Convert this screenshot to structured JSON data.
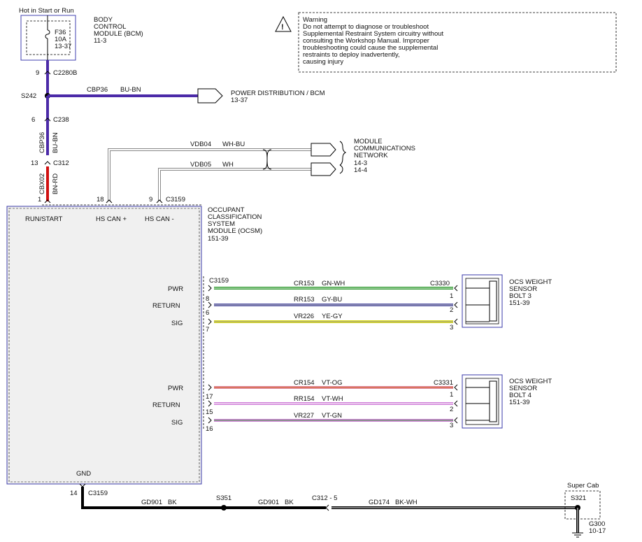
{
  "power_source": {
    "label": "Hot in Start or Run"
  },
  "bcm": {
    "lines": [
      "BODY",
      "CONTROL",
      "MODULE (BCM)",
      "11-3"
    ]
  },
  "fuse": {
    "lines": [
      "F36",
      "10A",
      "13-37"
    ]
  },
  "warning": {
    "lines": [
      "Warning",
      "Do not attempt to diagnose or troubleshoot",
      "Supplemental Restraint System circuitry without",
      "consulting the Workshop Manual. Improper",
      "troubleshooting could cause the supplemental",
      "restraints to deploy inadvertently,",
      "causing injury"
    ]
  },
  "connectors": {
    "c2280b_pin": "9",
    "c2280b": "C2280B",
    "s242": "S242",
    "c238_pin": "6",
    "c238": "C238",
    "c312_pin": "13",
    "c312": "C312",
    "ocsm_pin1": "1",
    "can_pin_18": "18",
    "can_pin_9": "9",
    "c3159_top": "C3159",
    "c3159_right": "C3159",
    "c3330": "C3330",
    "c3331": "C3331",
    "gnd_pin": "14",
    "c3159_gnd": "C3159",
    "s351": "S351",
    "c312_5": "C312 - 5",
    "s321": "S321",
    "g300_lines": [
      "G300",
      "10-17"
    ],
    "super_cab": "Super Cab"
  },
  "wires": {
    "cbp36_h": {
      "circuit": "CBP36",
      "color": "BU-BN"
    },
    "cbp36_v": {
      "circuit": "CBP36",
      "color": "BU-BN"
    },
    "cbx02_v": {
      "circuit": "CBX02",
      "color": "BN-RD"
    },
    "vdb04": {
      "circuit": "VDB04",
      "color": "WH-BU"
    },
    "vdb05": {
      "circuit": "VDB05",
      "color": "WH"
    },
    "cr153": {
      "circuit": "CR153",
      "color": "GN-WH"
    },
    "rr153": {
      "circuit": "RR153",
      "color": "GY-BU"
    },
    "vr226": {
      "circuit": "VR226",
      "color": "YE-GY"
    },
    "cr154": {
      "circuit": "CR154",
      "color": "VT-OG"
    },
    "rr154": {
      "circuit": "RR154",
      "color": "VT-WH"
    },
    "vr227": {
      "circuit": "VR227",
      "color": "VT-GN"
    },
    "gd901_a": {
      "circuit": "GD901",
      "color": "BK"
    },
    "gd901_b": {
      "circuit": "GD901",
      "color": "BK"
    },
    "gd174": {
      "circuit": "GD174",
      "color": "BK-WH"
    }
  },
  "power_distribution": {
    "lines": [
      "POWER DISTRIBUTION / BCM",
      "13-37"
    ]
  },
  "module_comm": {
    "lines": [
      "MODULE",
      "COMMUNICATIONS",
      "NETWORK",
      "14-3",
      "14-4"
    ]
  },
  "ocsm": {
    "title_lines": [
      "OCCUPANT",
      "CLASSIFICATION",
      "SYSTEM",
      "MODULE (OCSM)",
      "151-39"
    ],
    "pin_run_start": "RUN/START",
    "pin_hs_can_plus": "HS CAN +",
    "pin_hs_can_minus": "HS CAN -",
    "bolt3_pins": [
      {
        "label": "PWR",
        "pin": ""
      },
      {
        "label": "RETURN",
        "pin": "8"
      },
      {
        "label": "SIG",
        "pin": "6"
      }
    ],
    "bolt3_extra_pin": "7",
    "bolt4_pins": [
      {
        "label": "PWR",
        "pin": ""
      },
      {
        "label": "RETURN",
        "pin": "17"
      },
      {
        "label": "SIG",
        "pin": "15"
      }
    ],
    "bolt4_extra_pin": "16",
    "gnd": "GND"
  },
  "sensor_bolt3": {
    "lines": [
      "OCS WEIGHT",
      "SENSOR",
      "BOLT 3",
      "151-39"
    ],
    "pins": [
      "1",
      "2",
      "3"
    ]
  },
  "sensor_bolt4": {
    "lines": [
      "OCS WEIGHT",
      "SENSOR",
      "BOLT 4",
      "151-39"
    ],
    "pins": [
      "1",
      "2",
      "3"
    ]
  },
  "colors": {
    "blue_brown": "#4b2aa8",
    "brown_red": "#d01010",
    "green": "#2f9a2f",
    "gray_blue": "#5a5aa8",
    "yellow": "#d8d820",
    "violet_orange": "#e08aa0",
    "violet": "#d080d8",
    "module_border": "#3a3aa8",
    "module_fill": "#f0f0f0"
  }
}
